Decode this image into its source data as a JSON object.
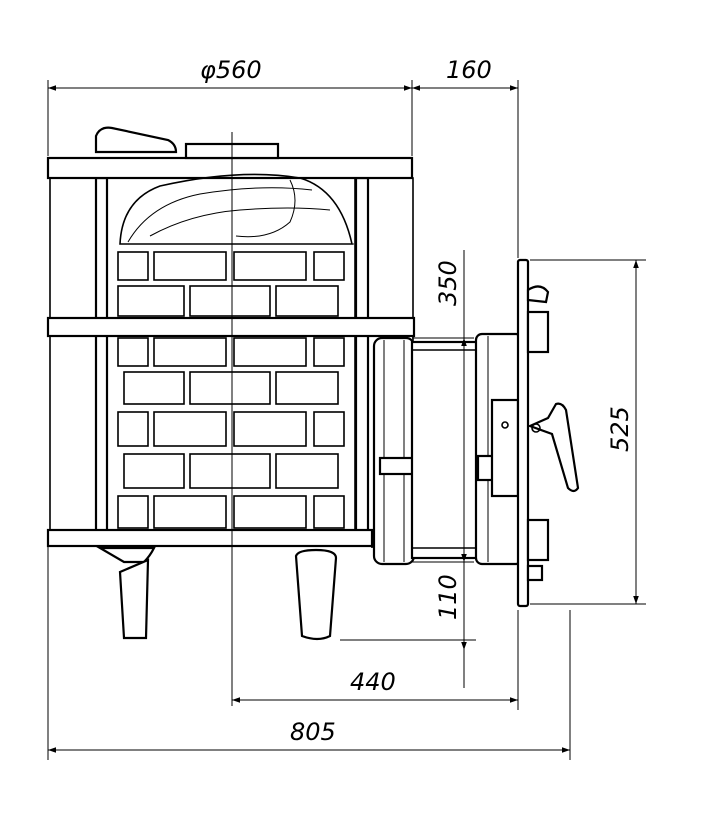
{
  "drawing": {
    "colors": {
      "line": "#000000",
      "background": "#ffffff"
    },
    "dimensions": {
      "diameter": "φ560",
      "top_right": "160",
      "height_door": "350",
      "height_total": "525",
      "leg_height": "110",
      "depth": "440",
      "overall_width": "805"
    }
  }
}
